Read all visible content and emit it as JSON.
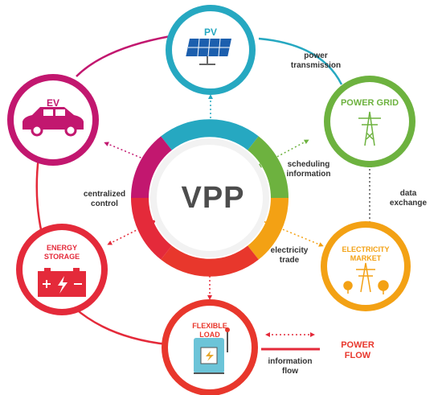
{
  "center": {
    "title": "VPP"
  },
  "nodes": {
    "pv": {
      "title": "PV",
      "color": "#26a8c1"
    },
    "power_grid": {
      "title": "POWER GRID",
      "color": "#6db23f"
    },
    "ev": {
      "title": "EV",
      "color": "#c2176f"
    },
    "energy_storage": {
      "title_line1": "ENERGY",
      "title_line2": "STORAGE",
      "color": "#e42a3a"
    },
    "electricity_market": {
      "title_line1": "ELECTRICITY",
      "title_line2": "MARKET",
      "color": "#f3a114"
    },
    "flexible_load": {
      "title_line1": "FLEXIBLE",
      "title_line2": "LOAD",
      "color": "#e8372c"
    }
  },
  "labels": {
    "power_transmission_1": "power",
    "power_transmission_2": "transmission",
    "scheduling_1": "scheduling",
    "scheduling_2": "information",
    "data_exchange_1": "data",
    "data_exchange_2": "exchange",
    "centralized_1": "centralized",
    "centralized_2": "control",
    "electricity_trade_1": "electricity",
    "electricity_trade_2": "trade",
    "information_flow_1": "information",
    "information_flow_2": "flow"
  },
  "legend": {
    "power_flow_1": "POWER",
    "power_flow_2": "FLOW"
  },
  "icons": {
    "pv": "solar-panel-icon",
    "power_grid": "transmission-tower-icon",
    "ev": "car-icon",
    "energy_storage": "battery-icon",
    "electricity_market": "market-tower-icon",
    "flexible_load": "switch-box-icon"
  }
}
